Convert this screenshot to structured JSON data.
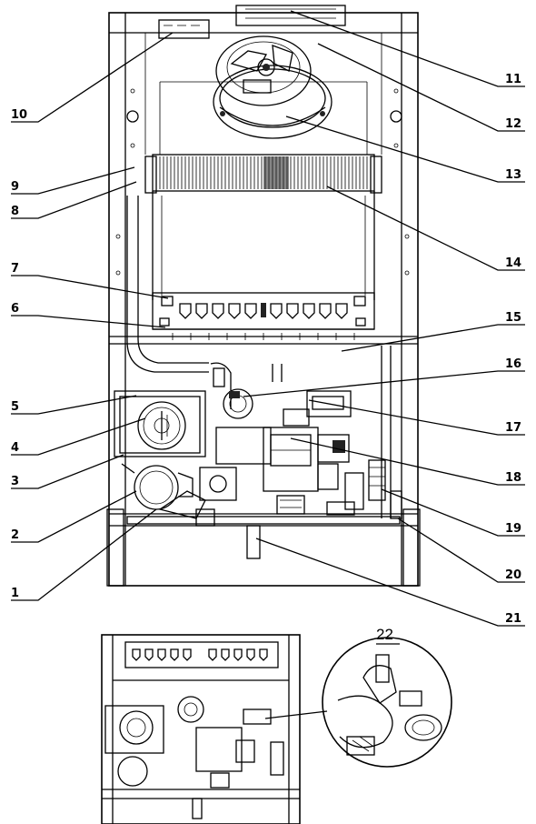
{
  "callouts": [
    {
      "id": 1,
      "label": "1"
    },
    {
      "id": 2,
      "label": "2"
    },
    {
      "id": 3,
      "label": "3"
    },
    {
      "id": 4,
      "label": "4"
    },
    {
      "id": 5,
      "label": "5"
    },
    {
      "id": 6,
      "label": "6"
    },
    {
      "id": 7,
      "label": "7"
    },
    {
      "id": 8,
      "label": "8"
    },
    {
      "id": 9,
      "label": "9"
    },
    {
      "id": 10,
      "label": "10"
    },
    {
      "id": 11,
      "label": "11"
    },
    {
      "id": 12,
      "label": "12"
    },
    {
      "id": 13,
      "label": "13"
    },
    {
      "id": 14,
      "label": "14"
    },
    {
      "id": 15,
      "label": "15"
    },
    {
      "id": 16,
      "label": "16"
    },
    {
      "id": 17,
      "label": "17"
    },
    {
      "id": 18,
      "label": "18"
    },
    {
      "id": 19,
      "label": "19"
    },
    {
      "id": 20,
      "label": "20"
    },
    {
      "id": 21,
      "label": "21"
    }
  ],
  "detail_callout": {
    "label": "22"
  }
}
